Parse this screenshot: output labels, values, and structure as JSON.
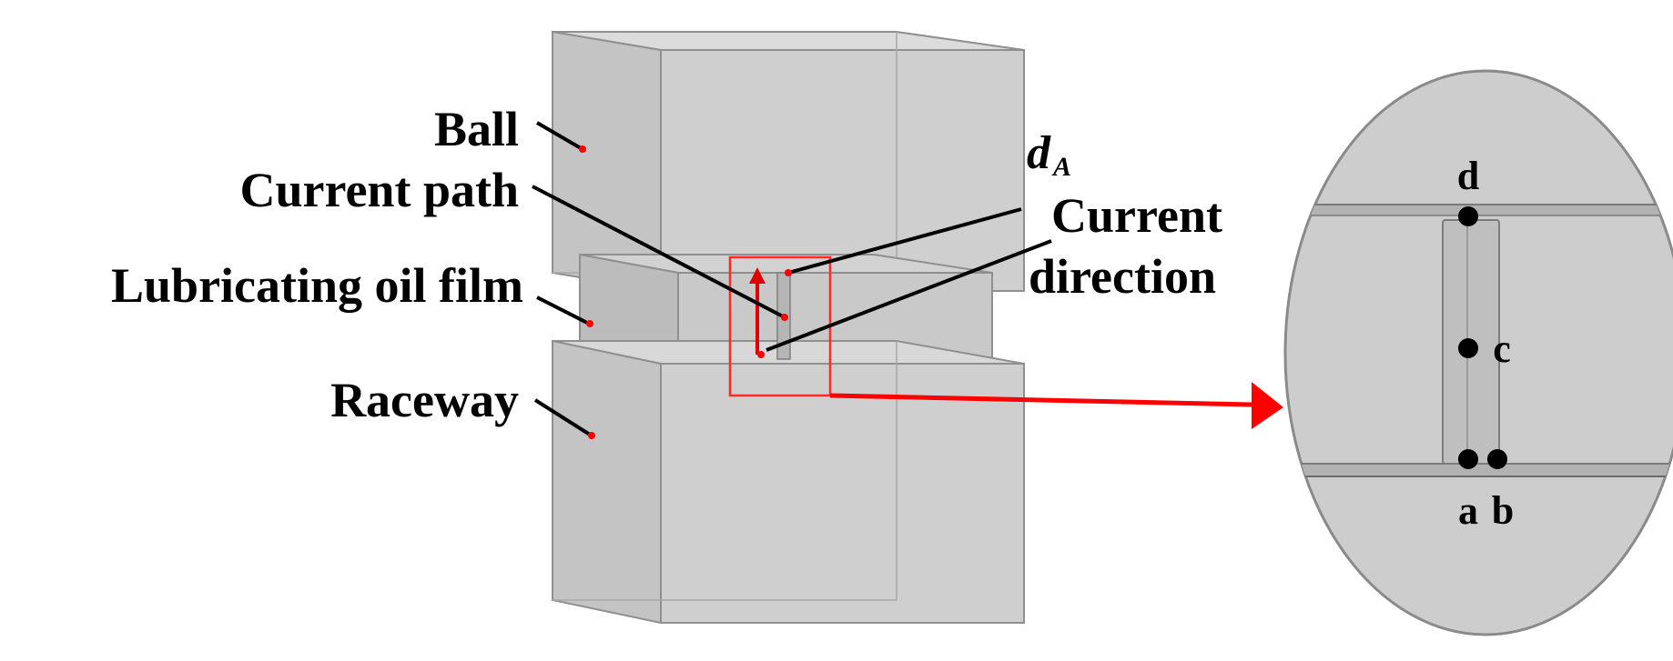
{
  "labels": {
    "ball": "Ball",
    "current_path": "Current path",
    "lubricating_oil_film": "Lubricating oil film",
    "raceway": "Raceway",
    "current_line1": "Current",
    "current_line2": "direction",
    "da_main": "d",
    "da_sub": "A"
  },
  "points": {
    "a": "a",
    "b": "b",
    "c": "c",
    "d": "d"
  },
  "colors": {
    "block_fill": "#c9c9c9",
    "block_edge": "#8f8f8f",
    "highlight": "#ff0000",
    "zoom_fill": "#cdcdcd",
    "leader": "#000000"
  }
}
